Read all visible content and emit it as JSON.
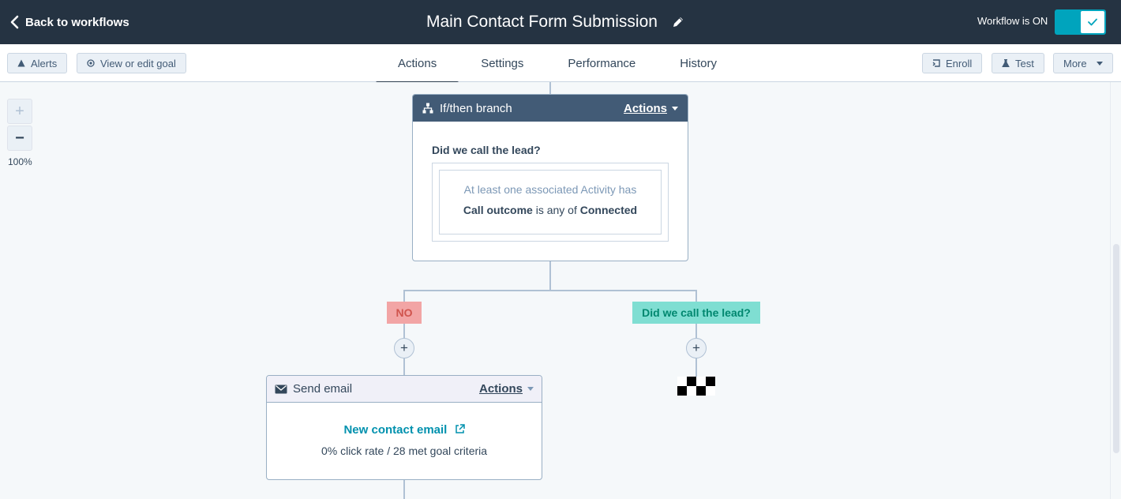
{
  "topbar": {
    "back_label": "Back to workflows",
    "title": "Main Contact Form Submission",
    "status_text": "Workflow is ON",
    "toggle_on": true
  },
  "toolbar": {
    "alerts_label": "Alerts",
    "goal_label": "View or edit goal",
    "tabs": [
      {
        "label": "Actions",
        "active": true
      },
      {
        "label": "Settings",
        "active": false
      },
      {
        "label": "Performance",
        "active": false
      },
      {
        "label": "History",
        "active": false
      }
    ],
    "enroll_label": "Enroll",
    "test_label": "Test",
    "more_label": "More"
  },
  "zoom": {
    "plus": "+",
    "minus": "−",
    "level": "100%"
  },
  "branch": {
    "title": "If/then branch",
    "actions_label": "Actions",
    "question": "Did we call the lead?",
    "condition_line1": "At least one associated Activity has",
    "condition_property": "Call outcome",
    "condition_operator": "is any of",
    "condition_value": "Connected",
    "no_label": "NO",
    "yes_label": "Did we call the lead?"
  },
  "email": {
    "title": "Send email",
    "actions_label": "Actions",
    "email_name": "New contact email",
    "stats": "0% click rate / 28 met goal criteria"
  },
  "colors": {
    "topbar_bg": "#253342",
    "toggle_accent": "#00a4bd",
    "branch_header": "#425b76",
    "no_tag": "#f2a5a5",
    "yes_tag": "#7fded2",
    "link": "#0091ae"
  },
  "icons": {
    "back": "chevron-left-icon",
    "edit": "pencil-icon",
    "check": "check-icon",
    "alerts": "warning-icon",
    "goal": "target-icon",
    "enroll": "enroll-icon",
    "test": "flask-icon",
    "branch": "branch-icon",
    "email": "envelope-icon",
    "external": "external-link-icon",
    "end": "checkered-flag-icon"
  }
}
